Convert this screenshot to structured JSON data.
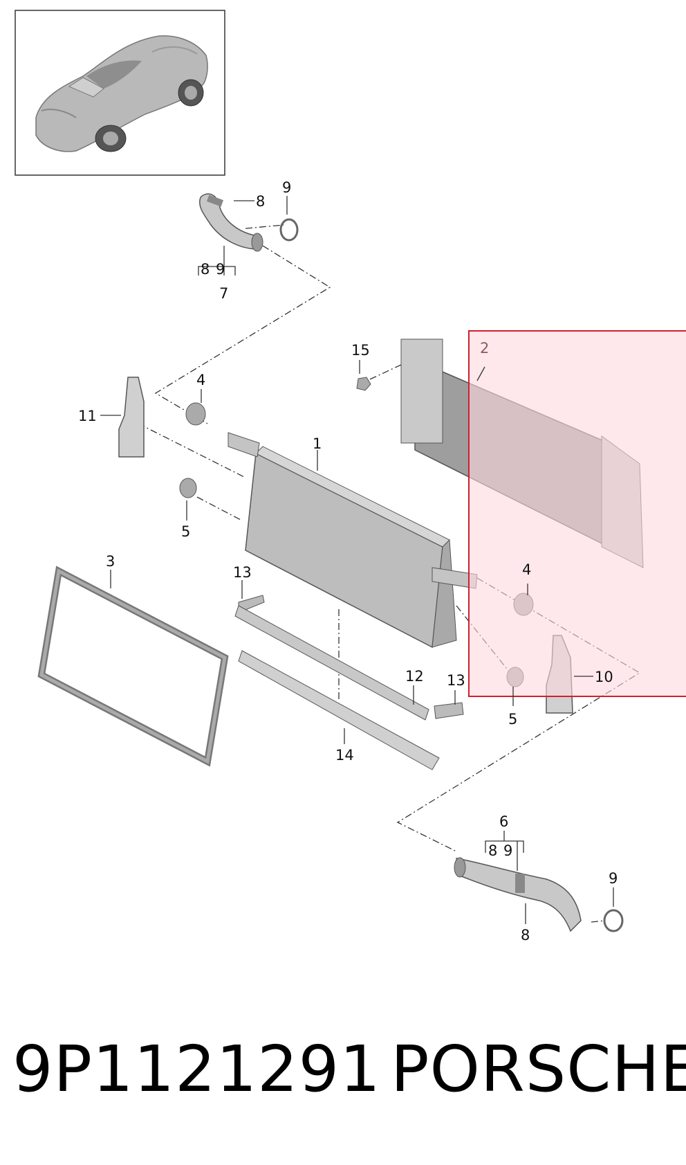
{
  "callouts": {
    "c1": "1",
    "c2": "2",
    "c3": "3",
    "c4a": "4",
    "c4b": "4",
    "c5a": "5",
    "c5b": "5",
    "c6": "6",
    "c7": "7",
    "c8a": "8",
    "c8b": "8",
    "c8c": "8",
    "c8d": "8",
    "c9a": "9",
    "c9b": "9",
    "c9c": "9",
    "c9d": "9",
    "c10": "10",
    "c11": "11",
    "c12": "12",
    "c13a": "13",
    "c13b": "13",
    "c14": "14",
    "c15": "15"
  },
  "highlight": {
    "target_callout": "2",
    "fill": "#ffd9df",
    "stroke": "#d21f2b"
  },
  "footer": {
    "part_number": "9P1121291",
    "brand": "PORSCHE"
  }
}
